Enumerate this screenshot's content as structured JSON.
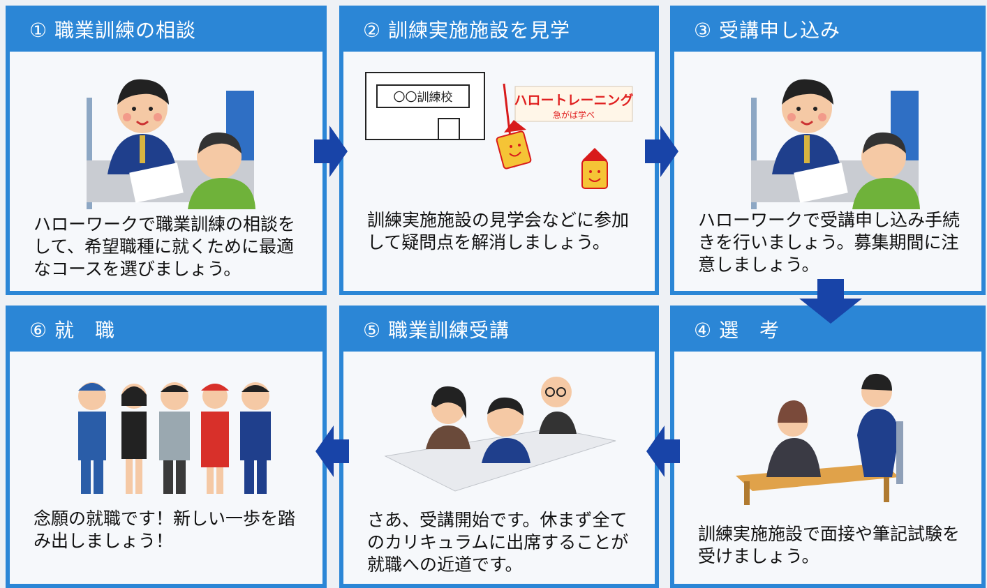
{
  "steps": [
    {
      "title": "① 職業訓練の相談",
      "text": "ハローワークで職業訓練の相談をして、希望職種に就くために最適なコースを選びましょう。"
    },
    {
      "title": "② 訓練実施施設を見学",
      "text": "訓練実施施設の見学会などに参加して疑問点を解消しましょう。",
      "school_sign": "〇〇訓練校",
      "flag_title": "ハロートレーニング",
      "flag_sub": "急がば学べ"
    },
    {
      "title": "③ 受講申し込み",
      "text": "ハローワークで受講申し込み手続きを行いましょう。募集期間に注意しましょう。"
    },
    {
      "title": "④ 選　考",
      "text": "訓練実施施設で面接や筆記試験を受けましょう。"
    },
    {
      "title": "⑤ 職業訓練受講",
      "text": "さあ、受講開始です。休まず全てのカリキュラムに出席することが就職への近道です。"
    },
    {
      "title": "⑥ 就　職",
      "text": "念願の就職です！新しい一歩を踏み出しましょう！"
    }
  ],
  "colors": {
    "header": "#2b86d6",
    "arrow": "#1844a8",
    "card_bg": "#f6f8fb"
  }
}
